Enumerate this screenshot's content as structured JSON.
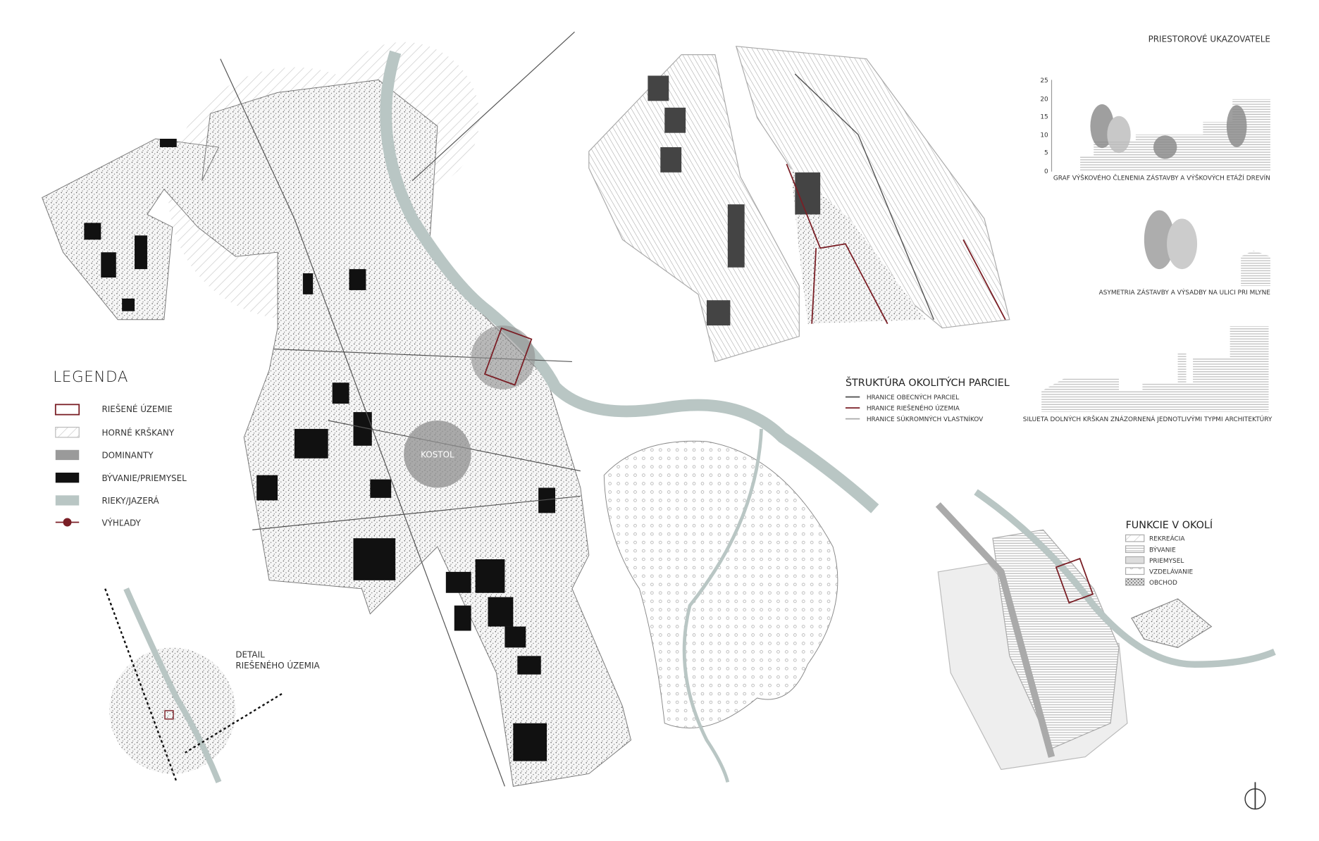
{
  "legend": {
    "title": "LEGENDA",
    "items": [
      {
        "label": "RIEŠENÉ ÚZEMIE",
        "symbol": "red-outline"
      },
      {
        "label": "HORNÉ KRŠKANY",
        "symbol": "hatch"
      },
      {
        "label": "DOMINANTY",
        "symbol": "grey-fill"
      },
      {
        "label": "BÝVANIE/PRIEMYSEL",
        "symbol": "black-fill"
      },
      {
        "label": "RIEKY/JAZERÁ",
        "symbol": "river-fill"
      },
      {
        "label": "VÝHĽADY",
        "symbol": "red-dot-line"
      }
    ]
  },
  "map": {
    "kostol_label": "KOSTOL",
    "detail_label": [
      "DETAIL",
      "RIEŠENÉHO ÚZEMIA"
    ]
  },
  "parcels": {
    "title": "ŠTRUKTÚRA OKOLITÝCH PARCIEL",
    "items": [
      {
        "label": "HRANICE OBECNÝCH PARCIEL",
        "color": "#555555"
      },
      {
        "label": "HRANICE RIEŠENÉHO ÚZEMIA",
        "color": "#7a1f26"
      },
      {
        "label": "HRANICE SÚKROMNÝCH VLASTNÍKOV",
        "color": "#aaaaaa"
      }
    ]
  },
  "indicators": {
    "title": "PRIESTOROVÉ UKAZOVATELE",
    "height_chart": {
      "ticks": [
        "25",
        "20",
        "15",
        "10",
        "5",
        "0"
      ],
      "caption": "GRAF VÝŠKOVÉHO ČLENENIA ZÁSTAVBY A VÝŠKOVÝCH ETÁŽÍ DREVÍN"
    },
    "asymmetry_caption": "ASYMETRIA ZÁSTAVBY A VÝSADBY NA ULICI PRI MLYNE",
    "silhouette_caption": "SILUETA DOLNÝCH KRŠKAN ZNÁZORNENÁ JEDNOTLIVÝMI TYPMI ARCHITEKTÚRY"
  },
  "functions": {
    "title": "FUNKCIE V OKOLÍ",
    "items": [
      {
        "label": "REKREÁCIA"
      },
      {
        "label": "BÝVANIE"
      },
      {
        "label": "PRIEMYSEL"
      },
      {
        "label": "VZDELÁVANIE"
      },
      {
        "label": "OBCHOD"
      }
    ]
  },
  "colors": {
    "accent_red": "#7a1f26",
    "river": "#b9c6c4",
    "dominant": "#8f8f8f",
    "building": "#111111"
  }
}
